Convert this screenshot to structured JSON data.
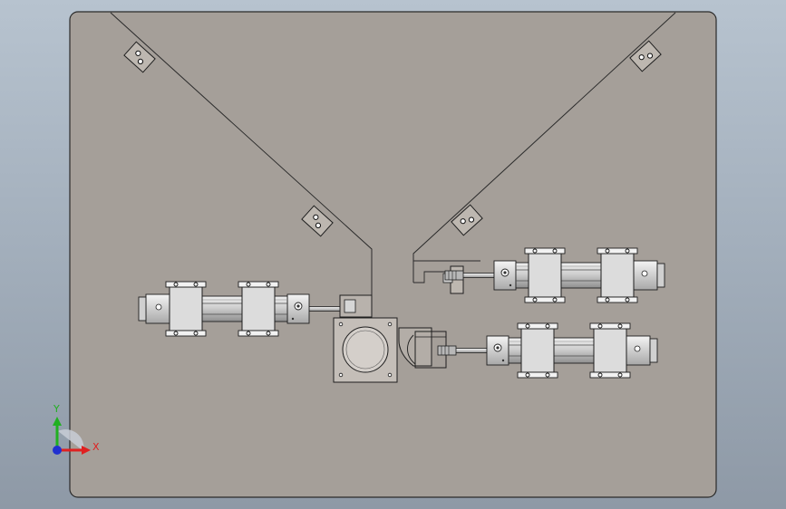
{
  "triad": {
    "x_label": "X",
    "y_label": "Y",
    "x_color": "#e02020",
    "y_color": "#20b020",
    "z_color": "#2030d0"
  },
  "colors": {
    "plate": "#a59f99",
    "background": "#a9b5c2",
    "cylinder": "#d4d4d4",
    "outline": "#1e1e1e"
  },
  "parts": [
    "base-plate",
    "v-guide",
    "slide-cylinder-left",
    "slide-cylinder-right-upper",
    "slide-cylinder-right-lower",
    "motor-mount",
    "clevis-bracket"
  ]
}
